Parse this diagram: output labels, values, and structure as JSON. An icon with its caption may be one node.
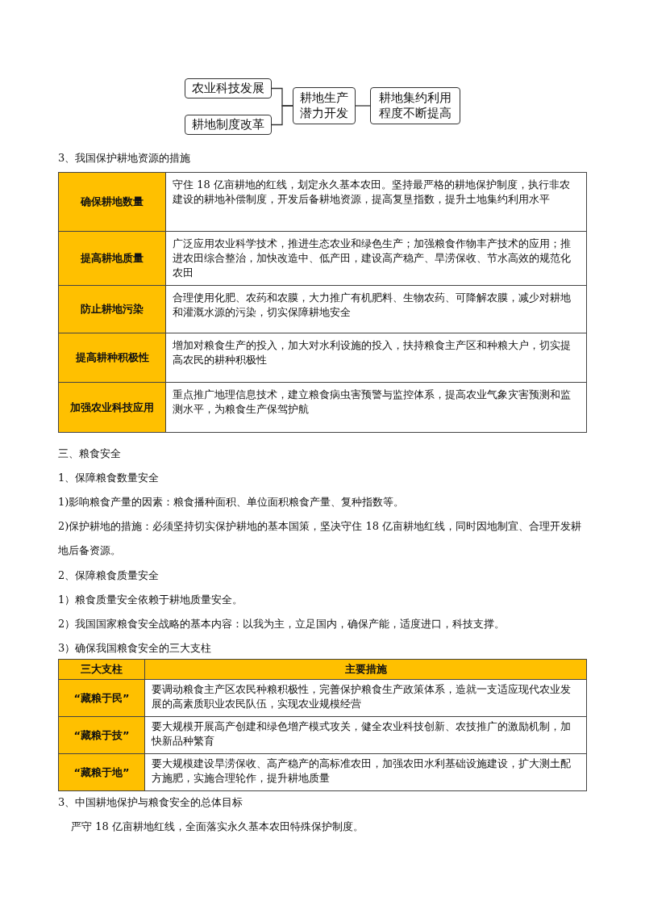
{
  "diagram": {
    "nodes": [
      {
        "text": [
          "农业科技发展"
        ]
      },
      {
        "text": [
          "耕地制度改革"
        ]
      },
      {
        "text": [
          "耕地生产潜力开发"
        ]
      },
      {
        "text": [
          "耕地集约利用程度不断提高"
        ]
      }
    ],
    "edges": [
      {
        "from": 0,
        "to": 2,
        "arrow": "none"
      },
      {
        "from": 1,
        "to": 2,
        "arrow": "none"
      },
      {
        "from": 2,
        "to": 3,
        "arrow": "none"
      }
    ],
    "labels": [
      "3、我国保护耕地资源的措施",
      "确保耕地数量",
      "守住 18 亿亩耕地的红线，划定永久基本农田。坚持最严格的耕地保护制度，执行非农建设的耕地补偿制度，开发后备耕地资源，提高复垦指数，提升土地集约利用水平",
      "提高耕地质量",
      "广泛应用农业科学技术，推进生态农业和绿色生产；加强粮食作物丰产技术的应用；推进农田综合整治，加快改造中、低产田，建设高产稳产、旱涝保收、节水高效的规范化农田",
      "防止耕地污染",
      "合理使用化肥、农药和农膜，大力推广有机肥料、生物农药、可降解农膜，减少对耕地和灌溉水源的污染，切实保障耕地安全",
      "提高耕种积极性",
      "增加对粮食生产的投入，加大对水利设施的投入，扶持粮食主产区和种粮大户，切实提高农民的耕种积极性",
      "加强农业科技应用",
      "重点推广地理信息技术，建立粮食病虫害预警与监控体系，提高农业气象灾害预测和监测水平，为粮食生产保驾护航",
      "三、粮食安全",
      "1、保障粮食数量安全",
      "1)影响粮食产量的因素：粮食播种面积、单位面积粮食产量、复种指数等。",
      "2)保护耕地的措施：必须坚持切实保护耕地的基本国策，坚决守住 18 亿亩耕地红线，同时因地制宜、合理开发耕地后备资源。",
      "2、保障粮食质量安全",
      "1）粮食质量安全依赖于耕地质量安全。",
      "2）我国国家粮食安全战略的基本内容：以我为主，立足国内，确保产能，适度进口，科技支撑。",
      "3）确保我国粮食安全的三大支柱",
      "三大支柱",
      "主要措施",
      "“藏粮于民”",
      "要调动粮食主产区农民种粮积极性，完善保护粮食生产政策体系，造就一支适应现代农业发展的高素质职业农民队伍，实现农业规模经营",
      "“藏粮于技”",
      "要大规模开展高产创建和绿色增产模式攻关，健全农业科技创新、农技推广的激励机制，加快新品种繁育",
      "“藏粮于地”",
      "要大规模建设旱涝保收、高产稳产的高标准农田，加强农田水利基础设施建设，扩大测土配方施肥，实施合理轮作，提升耕地质量",
      "3、中国耕地保护与粮食安全的总体目标",
      "严守 18 亿亩耕地红线，全面落实永久基本农田特殊保护制度。"
    ]
  }
}
